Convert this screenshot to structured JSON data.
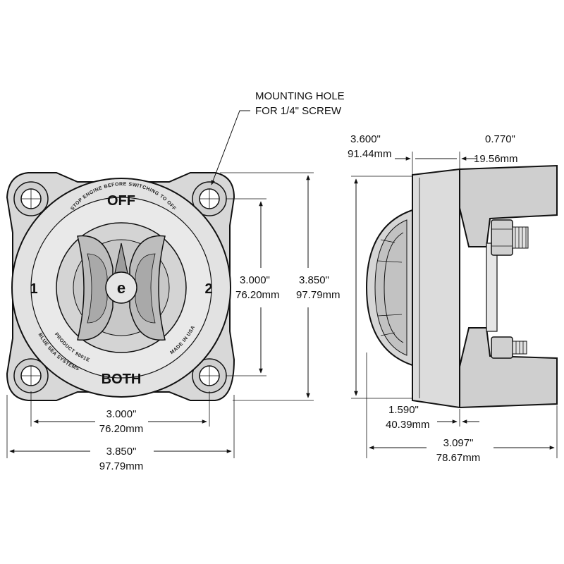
{
  "callout": {
    "line1": "MOUNTING HOLE",
    "line2": "FOR 1/4\" SCREW"
  },
  "front_view": {
    "label_off": "OFF",
    "label_both": "BOTH",
    "label_1": "1",
    "label_2": "2",
    "logo_letter": "e",
    "ring_text_top": "STOP ENGINE BEFORE SWITCHING TO OFF",
    "ring_text_left": "PRODUCT 9001E",
    "ring_text_left2": "BLUE SEA SYSTEMS",
    "ring_text_right": "MADE IN USA"
  },
  "dimensions": {
    "front_hole_spacing_h_in": "3.000\"",
    "front_hole_spacing_h_mm": "76.20mm",
    "front_width_in": "3.850\"",
    "front_width_mm": "97.79mm",
    "front_hole_spacing_v_in": "3.000\"",
    "front_hole_spacing_v_mm": "76.20mm",
    "front_height_in": "3.850\"",
    "front_height_mm": "97.79mm",
    "side_height_in": "3.600\"",
    "side_height_mm": "91.44mm",
    "side_stud_in": "0.770\"",
    "side_stud_mm": "19.56mm",
    "side_knob_in": "1.590\"",
    "side_knob_mm": "40.39mm",
    "side_depth_in": "3.097\"",
    "side_depth_mm": "78.67mm"
  },
  "colors": {
    "body": "#d8d8d8",
    "outline": "#111111",
    "background": "#ffffff"
  }
}
